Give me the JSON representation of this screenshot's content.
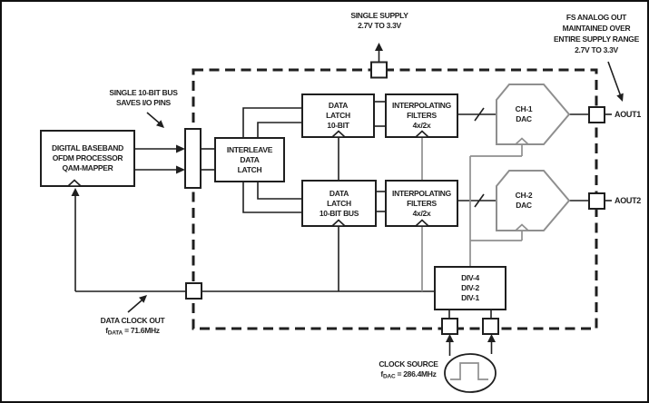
{
  "colors": {
    "ink": "#1f1f1f",
    "gray": "#8f8f8f",
    "bg": "#ffffff"
  },
  "annotations": {
    "single_supply": {
      "line1": "SINGLE SUPPLY",
      "line2": "2.7V TO 3.3V"
    },
    "fs_analog_out": {
      "line1": "FS ANALOG OUT",
      "line2": "MAINTAINED OVER",
      "line3": "ENTIRE SUPPLY RANGE",
      "line4": "2.7V TO 3.3V"
    },
    "single_bus": {
      "line1": "SINGLE 10-BIT BUS",
      "line2": "SAVES I/O PINS"
    },
    "data_clock_out": {
      "line1": "DATA CLOCK OUT",
      "f_prefix": "f",
      "f_sub": "DATA",
      "f_rest": " = 71.6MHz"
    },
    "clock_source": {
      "line1": "CLOCK SOURCE",
      "f_prefix": "f",
      "f_sub": "DAC",
      "f_rest": " = 286.4MHz"
    }
  },
  "blocks": {
    "processor": {
      "line1": "DIGITAL BASEBAND",
      "line2": "OFDM PROCESSOR",
      "line3": "QAM-MAPPER"
    },
    "interleave_latch": {
      "line1": "INTERLEAVE",
      "line2": "DATA",
      "line3": "LATCH"
    },
    "data_latch_1": {
      "line1": "DATA",
      "line2": "LATCH",
      "line3": "10-BIT"
    },
    "data_latch_2": {
      "line1": "DATA",
      "line2": "LATCH",
      "line3": "10-BIT BUS"
    },
    "interp_filters_1": {
      "line1": "INTERPOLATING",
      "line2": "FILTERS",
      "line3": "4x/2x"
    },
    "interp_filters_2": {
      "line1": "INTERPOLATING",
      "line2": "FILTERS",
      "line3": "4x/2x"
    },
    "dac_1": {
      "line1": "CH-1",
      "line2": "DAC"
    },
    "dac_2": {
      "line1": "CH-2",
      "line2": "DAC"
    },
    "clock_divider": {
      "line1": "DIV-4",
      "line2": "DIV-2",
      "line3": "DIV-1"
    }
  },
  "outputs": {
    "aout1": "AOUT1",
    "aout2": "AOUT2"
  }
}
